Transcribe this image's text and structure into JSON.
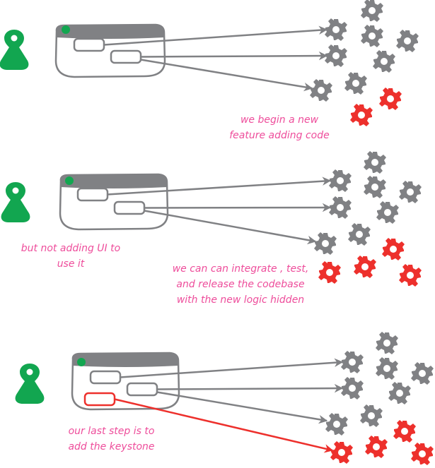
{
  "colors": {
    "gray": "#808184",
    "red": "#ED302C",
    "green": "#12A650",
    "pink": "#EE4D9B",
    "white": "#FFFFFF"
  },
  "panels": [
    {
      "id": "step-1",
      "caption": "we begin a new\nfeature adding code",
      "widget_active_red": false,
      "arrows": [
        {
          "from": "widget-1",
          "to": "gear-1",
          "color": "gray"
        },
        {
          "from": "widget-2",
          "to": "gear-2",
          "color": "gray"
        },
        {
          "from": "widget-2",
          "to": "gear-3",
          "color": "gray"
        }
      ],
      "gears": {
        "gray": 9,
        "red": 2
      }
    },
    {
      "id": "step-2",
      "caption_left": "but not adding UI to\nuse it",
      "caption_right": "we can can integrate , test,\nand release the codebase\nwith the new logic hidden",
      "widget_active_red": false,
      "arrows": [
        {
          "from": "widget-1",
          "to": "gear-1",
          "color": "gray"
        },
        {
          "from": "widget-2",
          "to": "gear-2",
          "color": "gray"
        },
        {
          "from": "widget-2",
          "to": "gear-3",
          "color": "gray"
        }
      ],
      "gears": {
        "gray": 9,
        "red": 4
      }
    },
    {
      "id": "step-3",
      "caption": "our last step is to\nadd the keystone",
      "widget_active_red": true,
      "arrows": [
        {
          "from": "widget-1",
          "to": "gear-1",
          "color": "gray"
        },
        {
          "from": "widget-2",
          "to": "gear-2",
          "color": "gray"
        },
        {
          "from": "widget-2",
          "to": "gear-3",
          "color": "gray"
        },
        {
          "from": "widget-3",
          "to": "gear-red-1",
          "color": "red"
        }
      ],
      "gears": {
        "gray": 9,
        "red": 4
      }
    }
  ]
}
